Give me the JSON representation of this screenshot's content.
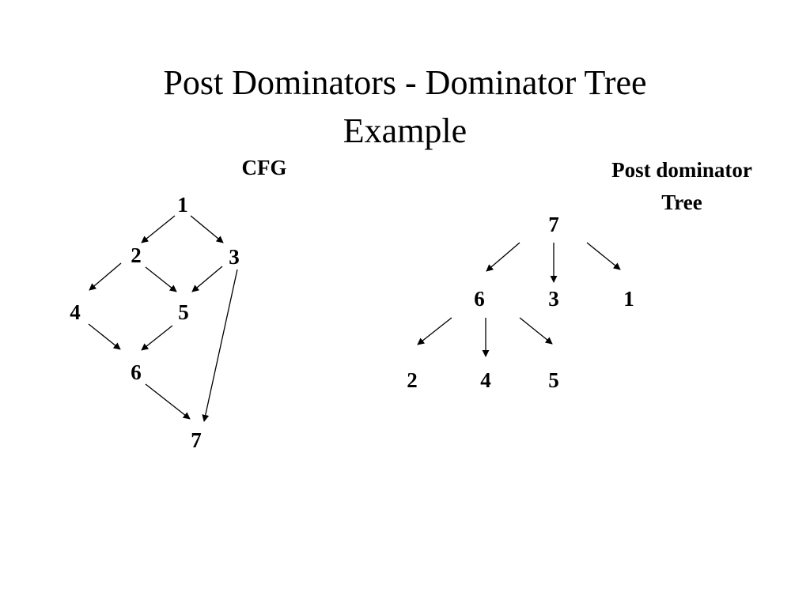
{
  "title": {
    "line1": "Post Dominators - Dominator Tree",
    "line2": "Example"
  },
  "cfg": {
    "caption": "CFG",
    "nodes": [
      "1",
      "2",
      "3",
      "4",
      "5",
      "6",
      "7"
    ],
    "edges": [
      [
        "1",
        "2"
      ],
      [
        "1",
        "3"
      ],
      [
        "2",
        "4"
      ],
      [
        "2",
        "5"
      ],
      [
        "3",
        "5"
      ],
      [
        "3",
        "7"
      ],
      [
        "4",
        "6"
      ],
      [
        "5",
        "6"
      ],
      [
        "6",
        "7"
      ]
    ]
  },
  "post_dominator_tree": {
    "caption_line1": "Post dominator",
    "caption_line2": "Tree",
    "nodes": [
      "7",
      "6",
      "3",
      "1",
      "2",
      "4",
      "5"
    ],
    "edges": [
      [
        "7",
        "6"
      ],
      [
        "7",
        "3"
      ],
      [
        "7",
        "1"
      ],
      [
        "6",
        "2"
      ],
      [
        "6",
        "4"
      ],
      [
        "6",
        "5"
      ]
    ]
  },
  "colors": {
    "background": "#ffffff",
    "ink": "#000000"
  }
}
